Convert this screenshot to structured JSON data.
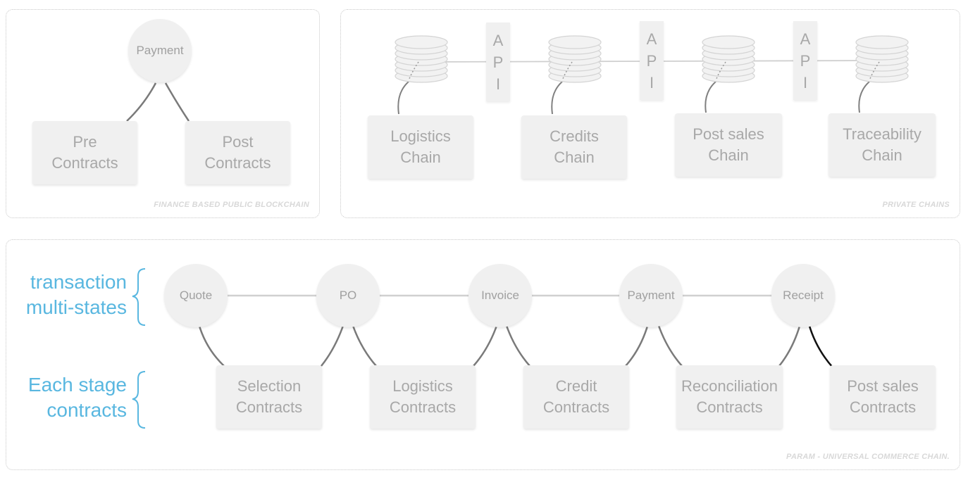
{
  "public_panel": {
    "caption": "FINANCE BASED PUBLIC BLOCKCHAIN",
    "root": "Payment",
    "children": [
      {
        "line1": "Pre",
        "line2": "Contracts"
      },
      {
        "line1": "Post",
        "line2": "Contracts"
      }
    ]
  },
  "private_panel": {
    "caption": "PRIVATE CHAINS",
    "chains": [
      {
        "line1": "Logistics",
        "line2": "Chain"
      },
      {
        "line1": "Credits",
        "line2": "Chain"
      },
      {
        "line1": "Post sales",
        "line2": "Chain"
      },
      {
        "line1": "Traceability",
        "line2": "Chain"
      }
    ],
    "api_letters": [
      "A",
      "P",
      "I"
    ]
  },
  "universal_panel": {
    "caption": "PARAM - UNIVERSAL COMMERCE CHAIN.",
    "states_label": {
      "line1": "transaction",
      "line2": "multi-states"
    },
    "contracts_label": {
      "line1": "Each stage",
      "line2": "contracts"
    },
    "states": [
      "Quote",
      "PO",
      "Invoice",
      "Payment",
      "Receipt"
    ],
    "contracts": [
      {
        "line1": "Selection",
        "line2": "Contracts"
      },
      {
        "line1": "Logistics",
        "line2": "Contracts"
      },
      {
        "line1": "Credit",
        "line2": "Contracts"
      },
      {
        "line1": "Reconciliation",
        "line2": "Contracts"
      },
      {
        "line1": "Post sales",
        "line2": "Contracts"
      }
    ]
  },
  "colors": {
    "accent": "#59b7e0",
    "box": "#f0f0f0",
    "text": "#a8a8a8",
    "connector": "#808080"
  }
}
